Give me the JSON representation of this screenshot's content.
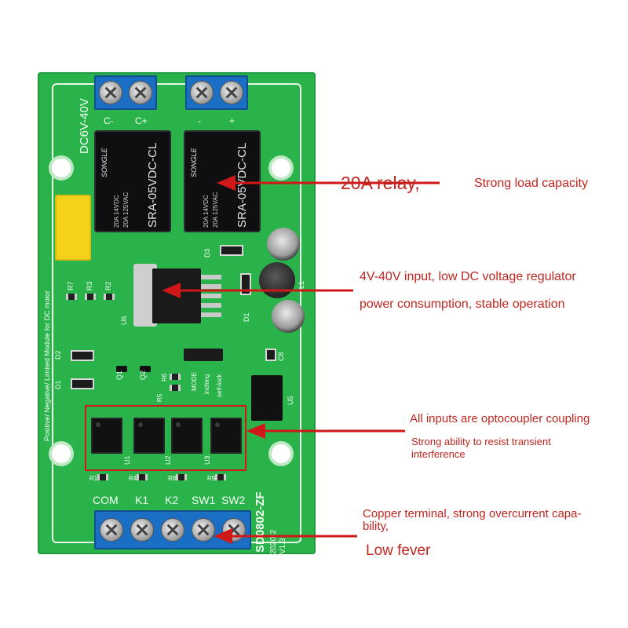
{
  "board": {
    "voltage_label": "DC6V-40V",
    "module_text": "Positive/ Negative/ Limited Module for DC motor",
    "model": "SD0802-ZF",
    "date_code": "2020-2",
    "version": "V1.3",
    "terminal_top_left": [
      "C-",
      "C+"
    ],
    "terminal_top_right": [
      "-",
      "+"
    ],
    "bottom_labels": [
      "COM",
      "K1",
      "K2",
      "SW1",
      "SW2"
    ],
    "relay": {
      "brand": "SONGLE",
      "model": "SRA-05VDC-CL",
      "rating_line1": "20A 14VDC",
      "rating_line2": "20A 125VAC"
    },
    "refs": {
      "u6": "U6",
      "u5": "U5",
      "d3": "D3",
      "d1": "D1",
      "d2": "D2",
      "c8": "C8",
      "r7": "R7",
      "r3": "R3",
      "r2": "R2",
      "q1": "Q1",
      "q2": "Q2",
      "r5": "R5",
      "r6": "R6",
      "u1": "U1",
      "u2": "U2",
      "u3": "U3",
      "r1": "R1",
      "r4": "R4",
      "r8": "R8",
      "r9": "R9",
      "mode": "MODE",
      "inching": "inching",
      "self_lock": "self-lock",
      "l1": "L1"
    },
    "colors": {
      "pcb": "#2bb34b",
      "terminal": "#1a6fc4",
      "highlight": "#d01818"
    }
  },
  "annotations": {
    "relay_title": "20A relay,",
    "relay_desc": "Strong load capacity",
    "regulator_line1": "4V-40V input, low DC voltage regulator",
    "regulator_line2": "power consumption, stable operation",
    "opto_line1": "All inputs are optocoupler coupling",
    "opto_line2": "Strong ability to resist transient",
    "opto_line3": "interference",
    "terminal_line1": "Copper terminal, strong overcurrent capa-",
    "terminal_line2": "bility,",
    "terminal_line3": "Low fever"
  }
}
